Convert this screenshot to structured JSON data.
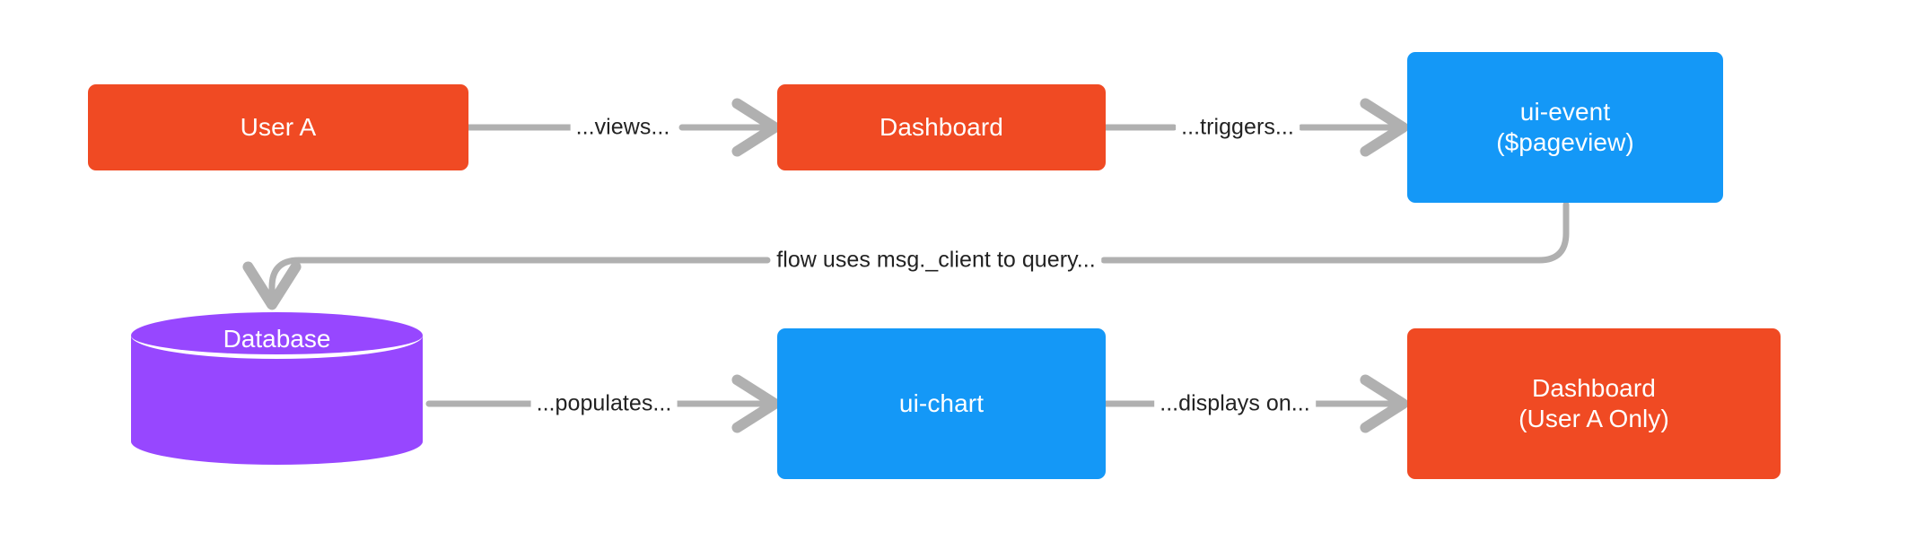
{
  "diagram": {
    "type": "flow-diagram",
    "background_color": "#ffffff",
    "palette": {
      "orange": "#f04a23",
      "blue": "#1498f7",
      "purple": "#9747ff",
      "edge_gray": "#b0b0b0",
      "label_text": "#222222",
      "node_text": "#ffffff"
    },
    "nodes": [
      {
        "id": "user-a",
        "shape": "rounded-rect",
        "color": "#f04a23",
        "lines": [
          "User A"
        ]
      },
      {
        "id": "dashboard-top",
        "shape": "rounded-rect",
        "color": "#f04a23",
        "lines": [
          "Dashboard"
        ]
      },
      {
        "id": "ui-event",
        "shape": "rounded-rect",
        "color": "#1498f7",
        "lines": [
          "ui-event",
          "($pageview)"
        ]
      },
      {
        "id": "database",
        "shape": "cylinder",
        "color": "#9747ff",
        "lines": [
          "Database"
        ]
      },
      {
        "id": "ui-chart",
        "shape": "rounded-rect",
        "color": "#1498f7",
        "lines": [
          "ui-chart"
        ]
      },
      {
        "id": "dashboard-bottom",
        "shape": "rounded-rect",
        "color": "#f04a23",
        "lines": [
          "Dashboard",
          "(User A Only)"
        ]
      }
    ],
    "edges": [
      {
        "id": "e1",
        "from": "user-a",
        "to": "dashboard-top",
        "label": "...views..."
      },
      {
        "id": "e2",
        "from": "dashboard-top",
        "to": "ui-event",
        "label": "...triggers..."
      },
      {
        "id": "e3",
        "from": "ui-event",
        "to": "database",
        "label": "flow uses msg._client to query..."
      },
      {
        "id": "e4",
        "from": "database",
        "to": "ui-chart",
        "label": "...populates..."
      },
      {
        "id": "e5",
        "from": "ui-chart",
        "to": "dashboard-bottom",
        "label": "...displays on..."
      }
    ]
  }
}
